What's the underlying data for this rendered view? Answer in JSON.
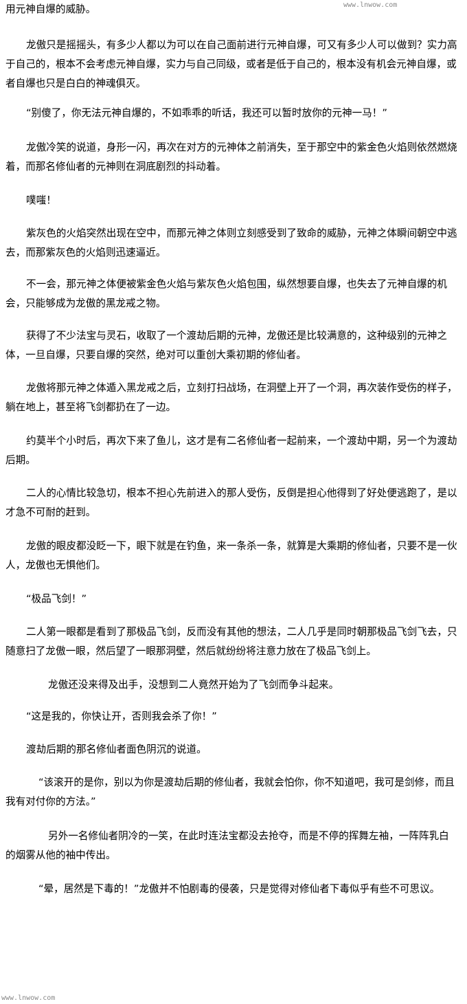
{
  "watermark": "www.lnwow.com",
  "paragraphs": [
    "用元神自爆的威胁。",
    "龙傲只是摇摇头，有多少人都以为可以在自己面前进行元神自爆，可又有多少人可以做到？实力高于自己的，根本不会考虑元神自爆，实力与自己同级，或者是低于自己的，根本没有机会元神自爆，或者自爆也只是白白的神魂俱灭。",
    "“别傻了，你无法元神自爆的，不如乖乖的听话，我还可以暂时放你的元神一马！”",
    "龙傲冷笑的说道，身形一闪，再次在对方的元神体之前消失，至于那空中的紫金色火焰则依然燃烧着，而那名修仙者的元神则在洞底剧烈的抖动着。",
    "噗嗤！",
    "紫灰色的火焰突然出现在空中，而那元神之体则立刻感受到了致命的威胁，元神之体瞬间朝空中逃去，而那紫灰色的火焰则迅速逼近。",
    "不一会，那元神之体便被紫金色火焰与紫灰色火焰包围，纵然想要自爆，也失去了元神自爆的机会，只能够成为龙傲的黑龙戒之物。",
    "获得了不少法宝与灵石，收取了一个渡劫后期的元神，龙傲还是比较满意的，这种级别的元神之体，一旦自爆，只要自爆的突然，绝对可以重创大乘初期的修仙者。",
    "龙傲将那元神之体遁入黑龙戒之后，立刻打扫战场，在洞壁上开了一个洞，再次装作受伤的样子，躺在地上，甚至将飞剑都扔在了一边。",
    "约莫半个小时后，再次下来了鱼儿，这才是有二名修仙者一起前来，一个渡劫中期，另一个为渡劫后期。",
    "二人的心情比较急切，根本不担心先前进入的那人受伤，反倒是担心他得到了好处便逃跑了，是以才急不可耐的赶到。",
    "龙傲的眼皮都没眨一下，眼下就是在钓鱼，来一条杀一条，就算是大乘期的修仙者，只要不是一伙人，龙傲也无惧他们。",
    "“极品飞剑！”",
    "二人第一眼都是看到了那极品飞剑，反而没有其他的想法，二人几乎是同时朝那极品飞剑飞去，只随意扫了龙傲一眼，然后望了一眼那洞壁，然后就纷纷将注意力放在了极品飞剑上。",
    "龙傲还没来得及出手，没想到二人竟然开始为了飞剑而争斗起来。",
    "“这是我的，你快让开，否则我会杀了你！”",
    "渡劫后期的那名修仙者面色阴沉的说道。",
    "“该滚开的是你，别以为你是渡劫后期的修仙者，我就会怕你，你不知道吧，我可是剑修，而且我有对付你的方法。”",
    "另外一名修仙者阴冷的一笑，在此时连法宝都没去抢夺，而是不停的挥舞左袖，一阵阵乳白的烟雾从他的袖中传出。",
    "“晕，居然是下毒的！”龙傲并不怕剧毒的侵袭，只是觉得对修仙者下毒似乎有些不可思议。"
  ]
}
